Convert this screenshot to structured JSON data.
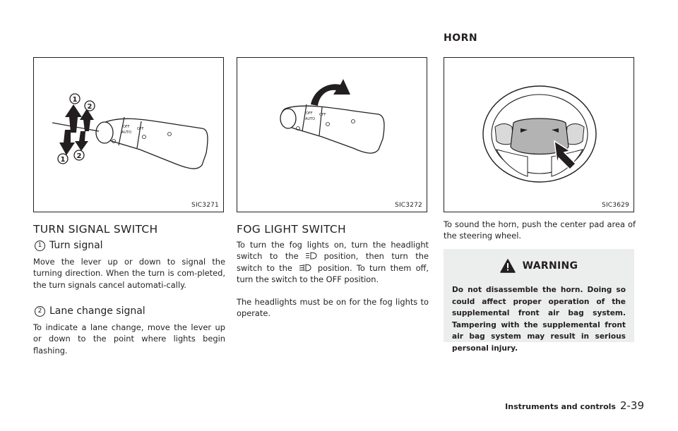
{
  "turn_signal": {
    "figure_code": "SIC3271",
    "heading": "TURN SIGNAL SWITCH",
    "sub1_num": "1",
    "sub1_title": "Turn signal",
    "sub1_text": "Move the lever up or down to signal the turning direction. When the turn is com-pleted, the turn signals cancel automati-cally.",
    "sub2_num": "2",
    "sub2_title": "Lane change signal",
    "sub2_text": "To indicate a lane change, move the lever up or down to the point where lights begin flashing.",
    "callouts": [
      "1",
      "2",
      "1",
      "2"
    ],
    "lever_labels": [
      "OFF",
      "AUTO",
      "OFF"
    ]
  },
  "fog_light": {
    "figure_code": "SIC3272",
    "heading": "FOG LIGHT SWITCH",
    "p1_a": "To turn the fog lights on, turn the headlight switch to the",
    "p1_b": "position, then turn the switch to the",
    "p1_c": "position. To turn them off, turn the switch to the OFF position.",
    "p2": "The headlights must be on for the fog lights to operate.",
    "lever_labels": [
      "OFF",
      "AUTO",
      "OFF"
    ]
  },
  "horn": {
    "figure_code": "SIC3629",
    "title": "HORN",
    "text": "To sound the horn, push the center pad area of the steering wheel.",
    "warning_title": "WARNING",
    "warning_text": "Do not disassemble the horn. Doing so could affect proper operation of the supplemental front air bag system. Tampering with the supplemental front air bag system may result in serious personal injury."
  },
  "footer": {
    "section": "Instruments and controls",
    "page": "2-39"
  }
}
